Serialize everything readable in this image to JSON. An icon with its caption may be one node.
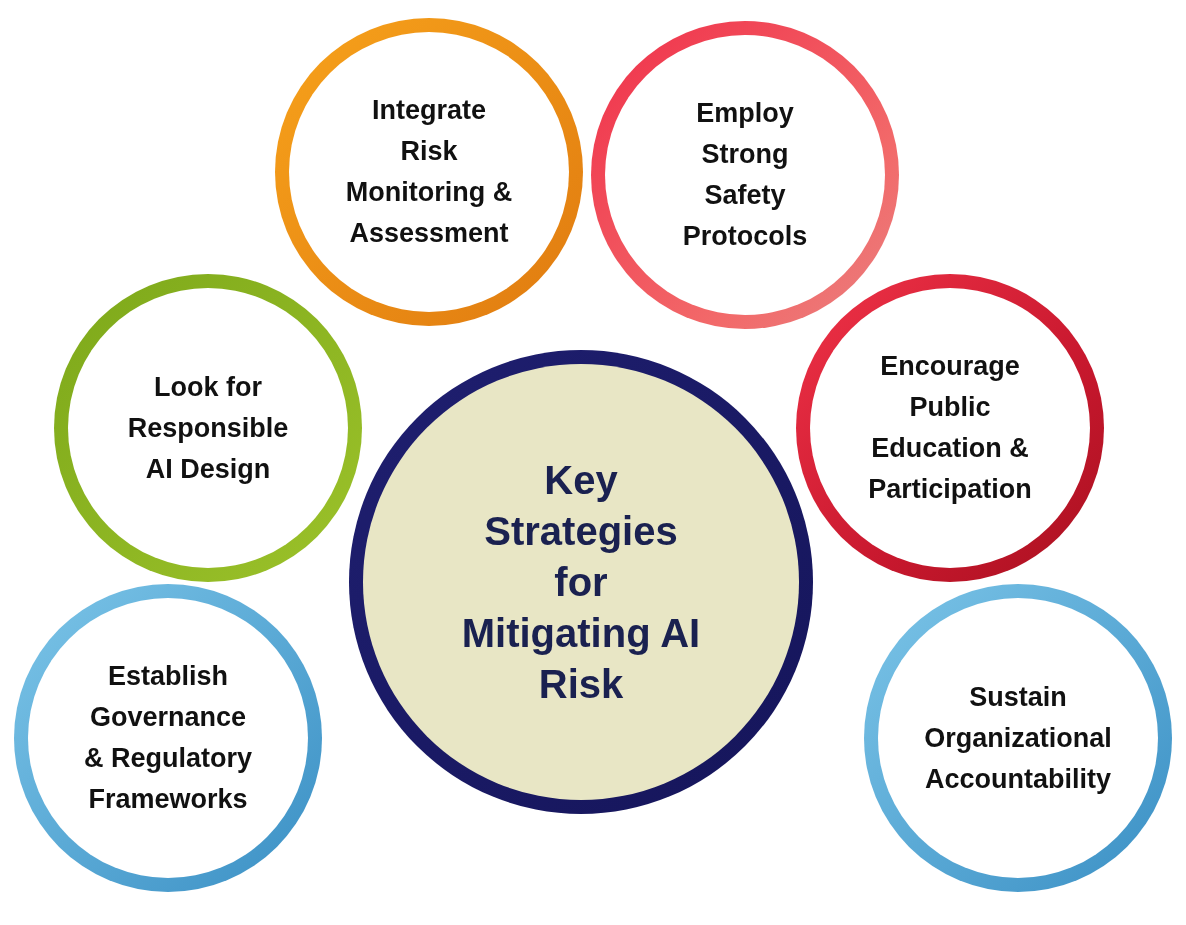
{
  "diagram": {
    "nodes": [
      {
        "text": [
          "Integrate Risk Monitoring & Assessment"
        ]
      },
      {
        "text": [
          "Employ Strong Safety Protocols"
        ]
      },
      {
        "text": [
          "Look for Responsible AI Design"
        ]
      },
      {
        "text": [
          "Encourage Public Education & Participation"
        ]
      },
      {
        "text": [
          "Key Strategies for Mitigating AI Risk"
        ]
      },
      {
        "text": [
          "Establish Governance & Regulatory Frameworks"
        ]
      },
      {
        "text": [
          "Sustain Organizational Accountability"
        ]
      }
    ]
  }
}
